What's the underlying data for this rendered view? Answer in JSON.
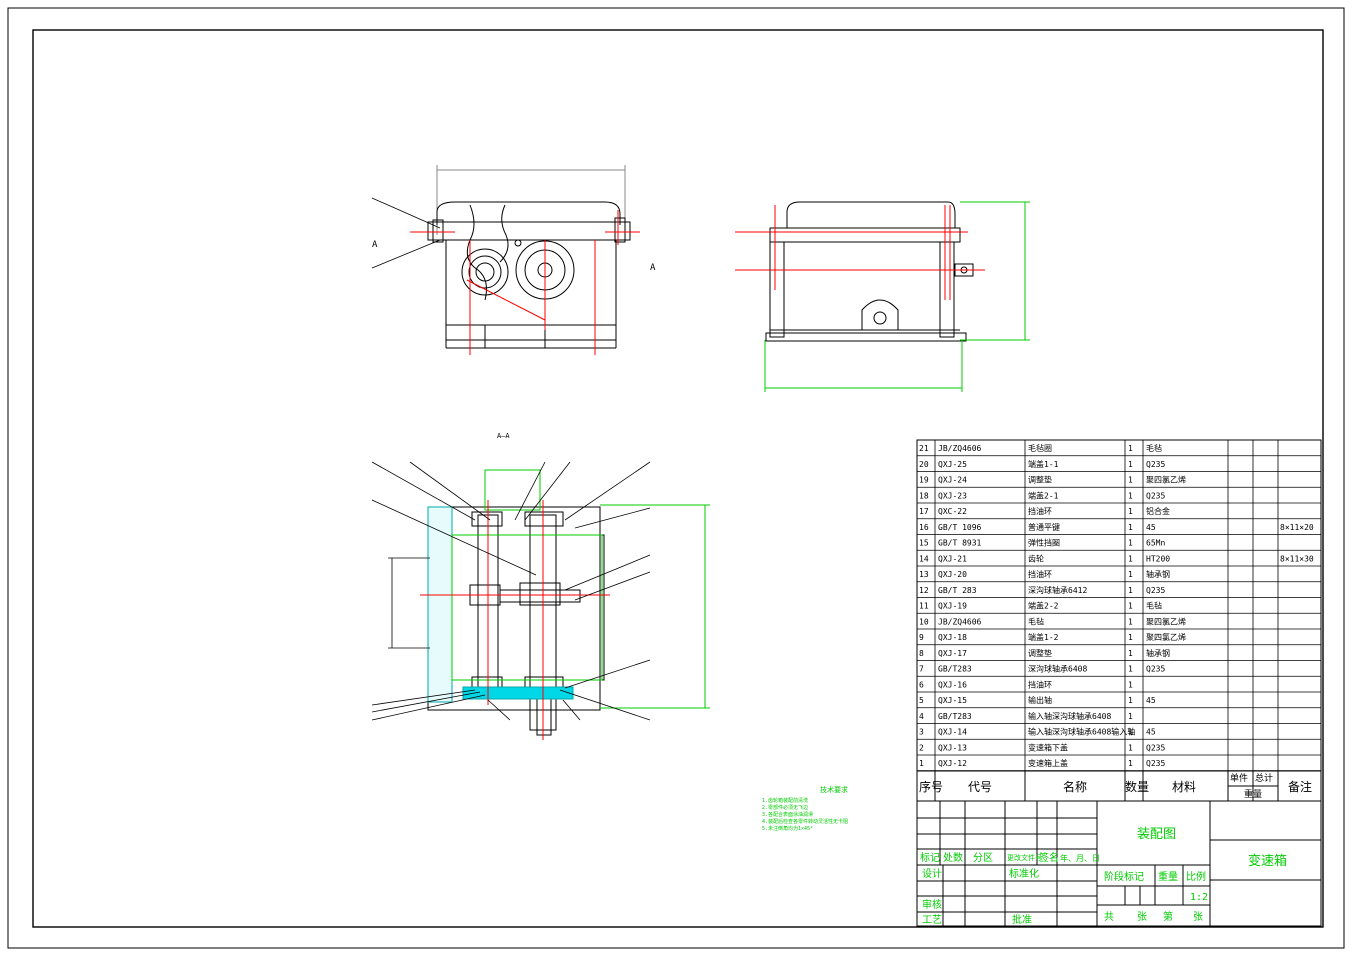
{
  "views": {
    "section_label": "A—A",
    "view_marker": "A"
  },
  "technical_requirements": {
    "title": "技术要求",
    "items": [
      "1.齿轮箱装配前清洗",
      "2.零部件必须无飞边",
      "3.各配合表面涂油润滑",
      "4.装配后检查各零件转动灵活性无卡阻",
      "5.未注倒角均为1×45°"
    ]
  },
  "bom": {
    "rows": [
      {
        "no": "21",
        "code": "JB/ZQ4606",
        "name": "毛毡圈",
        "qty": "1",
        "material": "毛毡",
        "note": ""
      },
      {
        "no": "20",
        "code": "QXJ-25",
        "name": "端盖1-1",
        "qty": "1",
        "material": "Q235",
        "note": ""
      },
      {
        "no": "19",
        "code": "QXJ-24",
        "name": "调整垫",
        "qty": "1",
        "material": "聚四氯乙烯",
        "note": ""
      },
      {
        "no": "18",
        "code": "QXJ-23",
        "name": "端盖2-1",
        "qty": "1",
        "material": "Q235",
        "note": ""
      },
      {
        "no": "17",
        "code": "QXC-22",
        "name": "挡油环",
        "qty": "1",
        "material": "铝合金",
        "note": ""
      },
      {
        "no": "16",
        "code": "GB/T 1096",
        "name": "普通平键",
        "qty": "1",
        "material": "45",
        "note": "8×11×20"
      },
      {
        "no": "15",
        "code": "GB/T 8931",
        "name": "弹性挡圈",
        "qty": "1",
        "material": "65Mn",
        "note": ""
      },
      {
        "no": "14",
        "code": "QXJ-21",
        "name": "齿轮",
        "qty": "1",
        "material": "HT200",
        "note": "8×11×30"
      },
      {
        "no": "13",
        "code": "QXJ-20",
        "name": "挡油环",
        "qty": "1",
        "material": "轴承钢",
        "note": ""
      },
      {
        "no": "12",
        "code": "GB/T 283",
        "name": "深沟球轴承6412",
        "qty": "1",
        "material": "Q235",
        "note": ""
      },
      {
        "no": "11",
        "code": "QXJ-19",
        "name": "端盖2-2",
        "qty": "1",
        "material": "毛毡",
        "note": ""
      },
      {
        "no": "10",
        "code": "JB/ZQ4606",
        "name": "毛毡",
        "qty": "1",
        "material": "聚四氯乙烯",
        "note": ""
      },
      {
        "no": "9",
        "code": "QXJ-18",
        "name": "端盖1-2",
        "qty": "1",
        "material": "聚四氯乙烯",
        "note": ""
      },
      {
        "no": "8",
        "code": "QXJ-17",
        "name": "调整垫",
        "qty": "1",
        "material": "轴承钢",
        "note": ""
      },
      {
        "no": "7",
        "code": "GB/T283",
        "name": "深沟球轴承6408",
        "qty": "1",
        "material": "Q235",
        "note": ""
      },
      {
        "no": "6",
        "code": "QXJ-16",
        "name": "挡油环",
        "qty": "1",
        "material": "",
        "note": ""
      },
      {
        "no": "5",
        "code": "QXJ-15",
        "name": "输出轴",
        "qty": "1",
        "material": "45",
        "note": ""
      },
      {
        "no": "4",
        "code": "GB/T283",
        "name": "输入轴深沟球轴承6408",
        "qty": "1",
        "material": "",
        "note": ""
      },
      {
        "no": "3",
        "code": "QXJ-14",
        "name": "输入轴深沟球轴承6408输入轴",
        "qty": "1",
        "material": "45",
        "note": ""
      },
      {
        "no": "2",
        "code": "QXJ-13",
        "name": "变速箱下盖",
        "qty": "1",
        "material": "Q235",
        "note": ""
      },
      {
        "no": "1",
        "code": "QXJ-12",
        "name": "变速箱上盖",
        "qty": "1",
        "material": "Q235",
        "note": ""
      }
    ],
    "headers": {
      "no": "序号",
      "code": "代号",
      "name": "名称",
      "qty": "数量",
      "material": "材料",
      "unit": "单件",
      "total": "总计",
      "weight": "重量",
      "note": "备注"
    }
  },
  "title_block": {
    "drawing_type": "装配图",
    "title": "变速箱",
    "row_labels": {
      "mark": "标记",
      "count": "处数",
      "zone": "分区",
      "change_doc": "更改文件号",
      "sign": "签名",
      "date": "年、月、日",
      "design": "设计",
      "standard": "标准化",
      "review": "审核",
      "process": "工艺",
      "approve": "批准"
    },
    "stage_mark": "阶段标记",
    "weight": "重量",
    "scale_label": "比例",
    "scale": "1:2",
    "sheets_total": "共",
    "sheets_unit": "张",
    "sheet_no": "第",
    "sheet_unit": "张"
  },
  "colors": {
    "line": "#000000",
    "center": "#ff0000",
    "dimension": "#00cc00",
    "hatch": "#00aaaa",
    "fill": "#00d8e8"
  }
}
